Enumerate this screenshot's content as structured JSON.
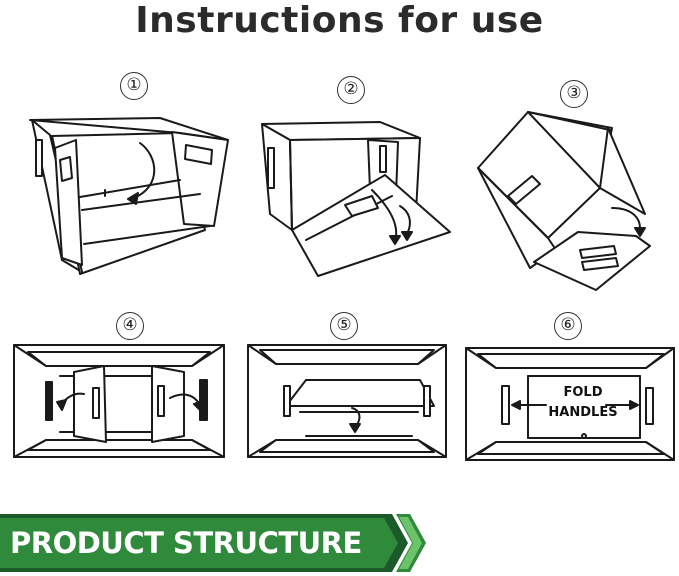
{
  "title": "Instructions for use",
  "steps": [
    "①",
    "②",
    "③",
    "④",
    "⑤",
    "⑥"
  ],
  "fold_label_line1": "FOLD",
  "fold_label_line2": "HANDLES",
  "banner": {
    "text": "PRODUCT STRUCTURE",
    "colors": {
      "dark_green": "#1c5a2a",
      "green": "#2f8a3c",
      "light_green": "#6cc36b"
    }
  },
  "icons": [
    "curved-arrow-icon",
    "double-arrow-icon"
  ]
}
